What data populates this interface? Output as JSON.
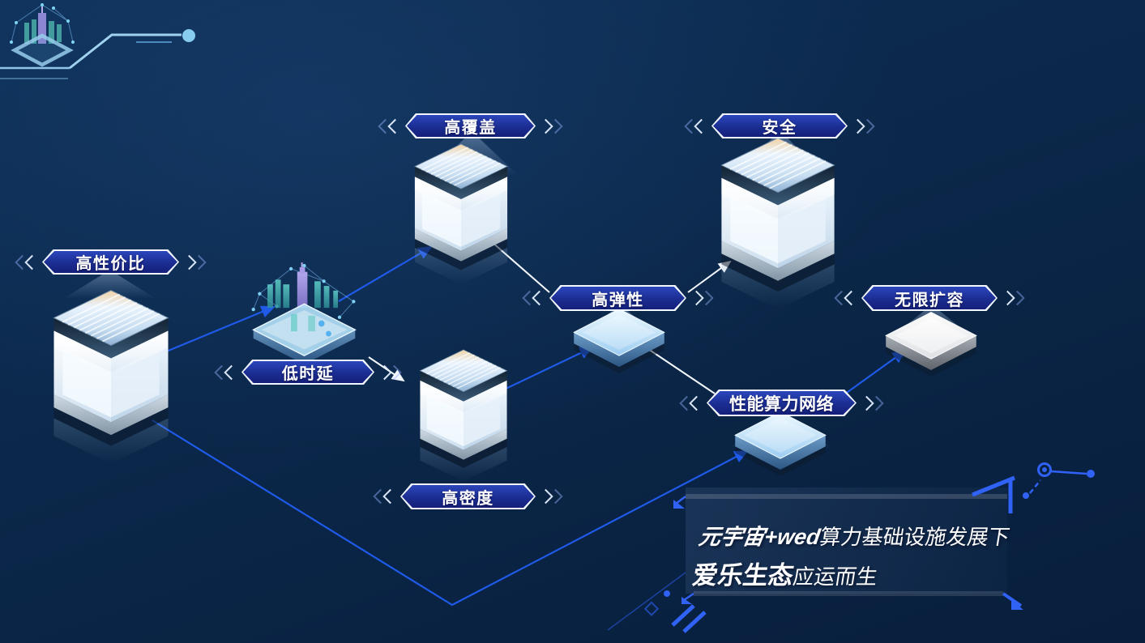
{
  "slide": {
    "type": "presentation-diagram",
    "topic": "computing network capabilities"
  },
  "palette": {
    "background_top": "#0e3058",
    "background_bottom": "#081e3c",
    "accent_blue_line": "#1f5ae8",
    "circuit_blue": "#2f62f5",
    "white_line": "#f4f8ff",
    "badge_fill_top": "#2b46bc",
    "badge_fill_bottom": "#141f7a",
    "badge_border": "#ffffff",
    "platform_blue": "#9ccdf2",
    "platform_white": "#e8e9eb",
    "hologram_teal": "#59c9c0"
  },
  "nodes": [
    {
      "id": "gao-xingjiabi",
      "label": "高性价比",
      "object": "glass-server-cube"
    },
    {
      "id": "di-shiyan",
      "label": "低时延",
      "object": "hologram-city-platform"
    },
    {
      "id": "gao-fugai",
      "label": "高覆盖",
      "object": "glass-server-cube"
    },
    {
      "id": "gao-midu",
      "label": "高密度",
      "object": "glass-server-cube"
    },
    {
      "id": "gao-tanxing",
      "label": "高弹性",
      "object": "blue-platform"
    },
    {
      "id": "anquan",
      "label": "安全",
      "object": "glass-server-cube"
    },
    {
      "id": "xingneng-suanli-wangluo",
      "label": "性能算力网络",
      "object": "blue-platform"
    },
    {
      "id": "wuxian-kuorong",
      "label": "无限扩容",
      "object": "white-platform"
    }
  ],
  "caption": {
    "line1_strong": "元宇宙+wed",
    "line1_rest": "算力基础设施发展下",
    "line2_strong": "爱乐生态",
    "line2_rest": "应运而生"
  },
  "icons": {
    "badge_side": "angle-bracket-icon",
    "cube": "server-cube-3d-icon",
    "platform": "chip-platform-3d-icon",
    "hologram": "hologram-city-icon",
    "circuit": "circuit-trace-icon"
  }
}
